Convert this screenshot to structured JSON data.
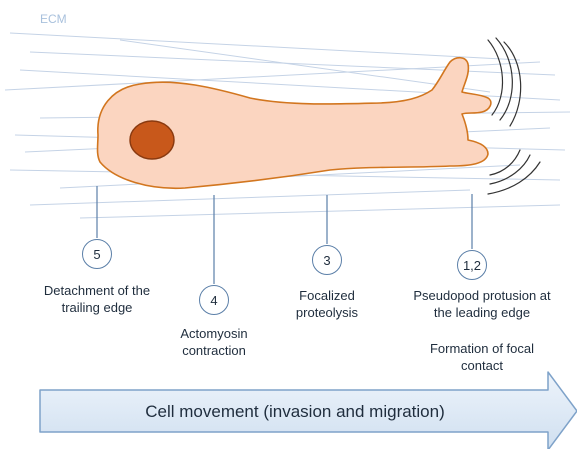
{
  "ecm_label": "ECM",
  "steps": {
    "s5": {
      "number": "5",
      "label_line1": "Detachment of the",
      "label_line2": "trailing edge"
    },
    "s4": {
      "number": "4",
      "label_line1": "Actomyosin",
      "label_line2": "contraction"
    },
    "s3": {
      "number": "3",
      "label_line1": "Focalized",
      "label_line2": "proteolysis"
    },
    "s12": {
      "number": "1,2",
      "label_line1": "Pseudopod protusion at",
      "label_line2": "the leading edge",
      "label2_line1": "Formation of focal",
      "label2_line2": "contact"
    }
  },
  "arrow": {
    "label": "Cell movement (invasion and migration)"
  },
  "colors": {
    "cell_fill": "#fbd5c0",
    "cell_stroke": "#d2761f",
    "nucleus_fill": "#c8581b",
    "nucleus_stroke": "#8a3a10",
    "ecm_lines": "#c5d3e6",
    "arrow_fill": "#dfeaf6",
    "arrow_stroke": "#7ea2c9",
    "leader_lines": "#5b7fa8",
    "motion_lines": "#333333"
  }
}
